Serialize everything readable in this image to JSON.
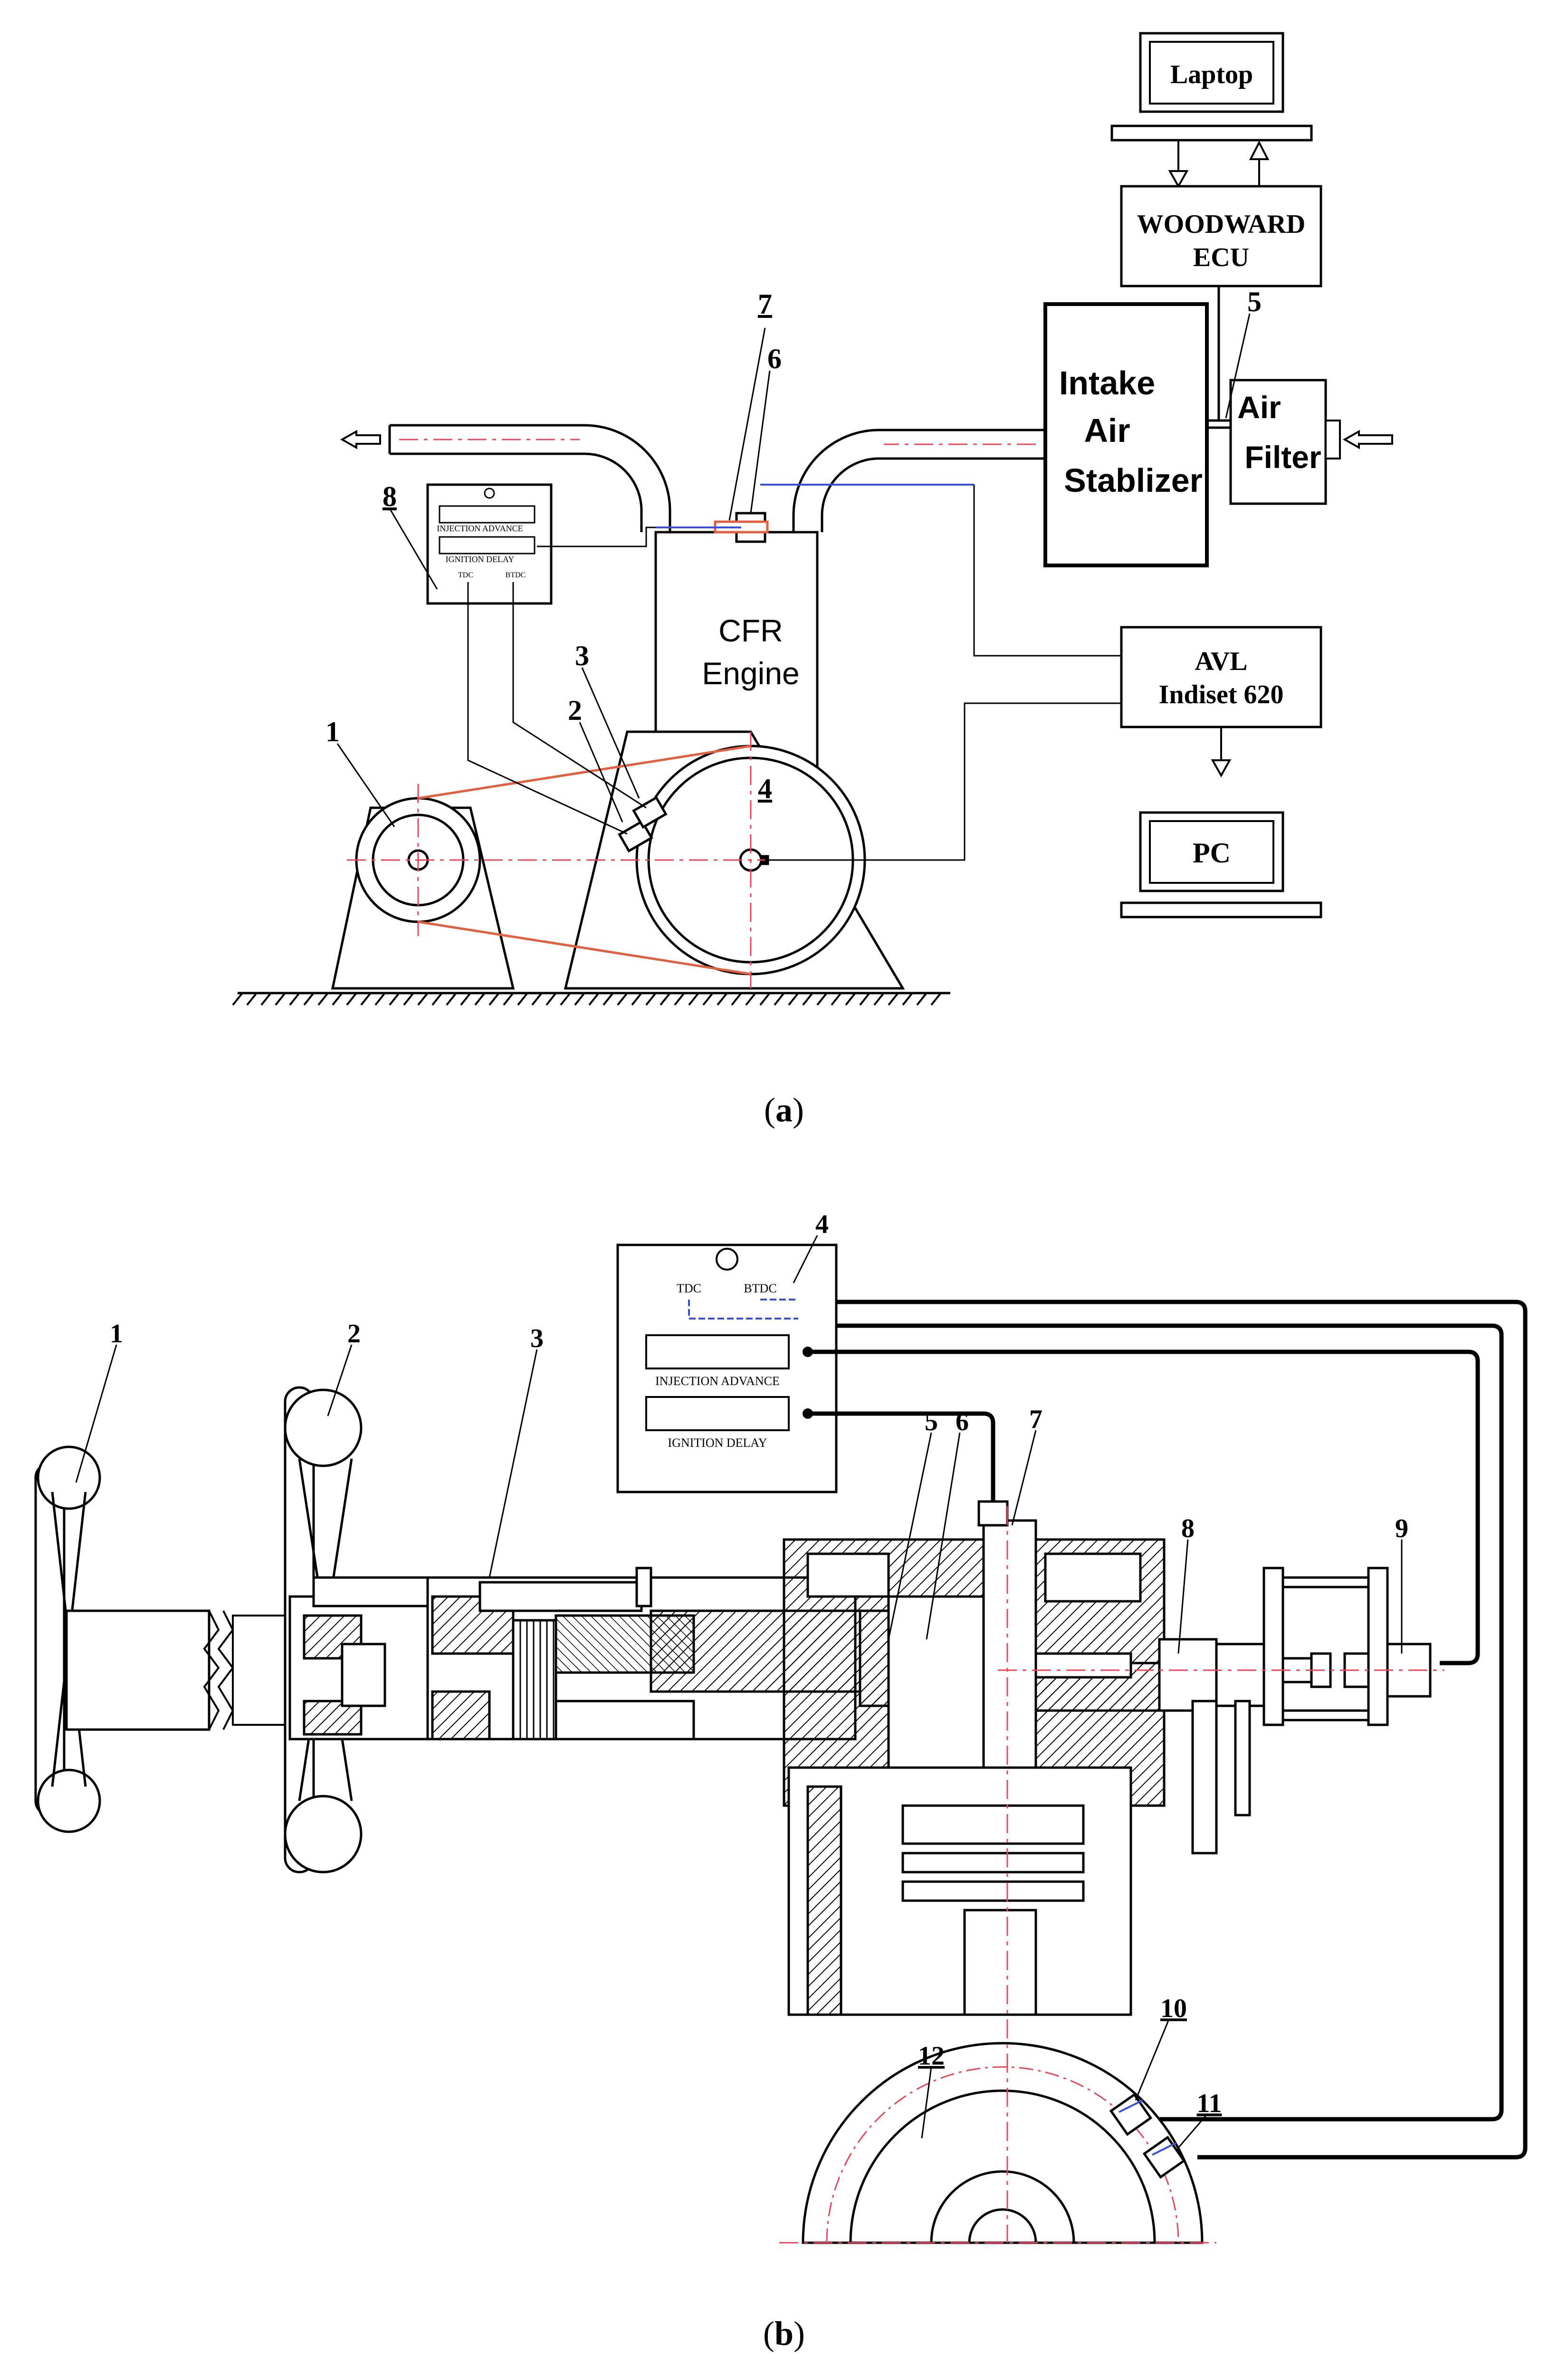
{
  "figure_a": {
    "caption_open": "(",
    "caption_letter": "a",
    "caption_close": ")",
    "boxes": {
      "laptop": "Laptop",
      "ecu_line1": "WOODWARD",
      "ecu_line2": "ECU",
      "intake_line1": "Intake",
      "intake_line2": "Air",
      "intake_line3": "Stablizer",
      "filter_line1": "Air",
      "filter_line2": "Filter",
      "avl_line1": "AVL",
      "avl_line2": "Indiset 620",
      "pc": "PC",
      "engine_line1": "CFR",
      "engine_line2": "Engine",
      "panel_line1": "INJECTION ADVANCE",
      "panel_line2": "IGNITION DELAY",
      "panel_tdc": "TDC",
      "panel_btdc": "BTDC"
    },
    "numbers": [
      "1",
      "2",
      "3",
      "4",
      "5",
      "6",
      "7",
      "8"
    ]
  },
  "figure_b": {
    "caption_open": "(",
    "caption_letter": "b",
    "caption_close": ")",
    "panel": {
      "tdc": "TDC",
      "btdc": "BTDC",
      "line1": "INJECTION ADVANCE",
      "line2": "IGNITION DELAY"
    },
    "numbers": [
      "1",
      "2",
      "3",
      "4",
      "5",
      "6",
      "7",
      "8",
      "9",
      "10",
      "11",
      "12"
    ]
  },
  "colors": {
    "line": "#000000",
    "center_line": "#e8465a",
    "signal": "#3b4fd8",
    "belt": "#e06040"
  }
}
